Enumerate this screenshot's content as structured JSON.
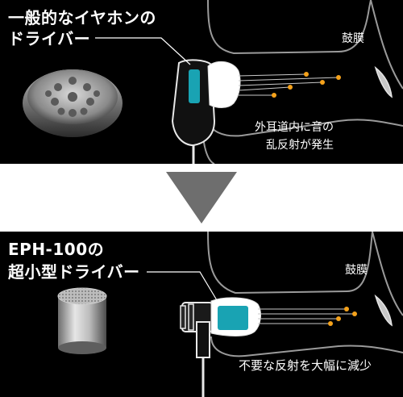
{
  "top": {
    "caption_line1": "一般的なイヤホンの",
    "caption_line2": "ドライバー",
    "eardrum_label": "鼓膜",
    "note_line1": "外耳道内に音の",
    "note_line2": "乱反射が発生"
  },
  "bottom": {
    "caption_line1": "EPH-100の",
    "caption_line2": "超小型ドライバー",
    "eardrum_label": "鼓膜",
    "note": "不要な反射を大幅に減少"
  },
  "colors": {
    "driver_teal": "#19a3b3",
    "sound_orange": "#f5a21b",
    "arrow_gray": "#6e6e6e",
    "background": "#000000"
  }
}
